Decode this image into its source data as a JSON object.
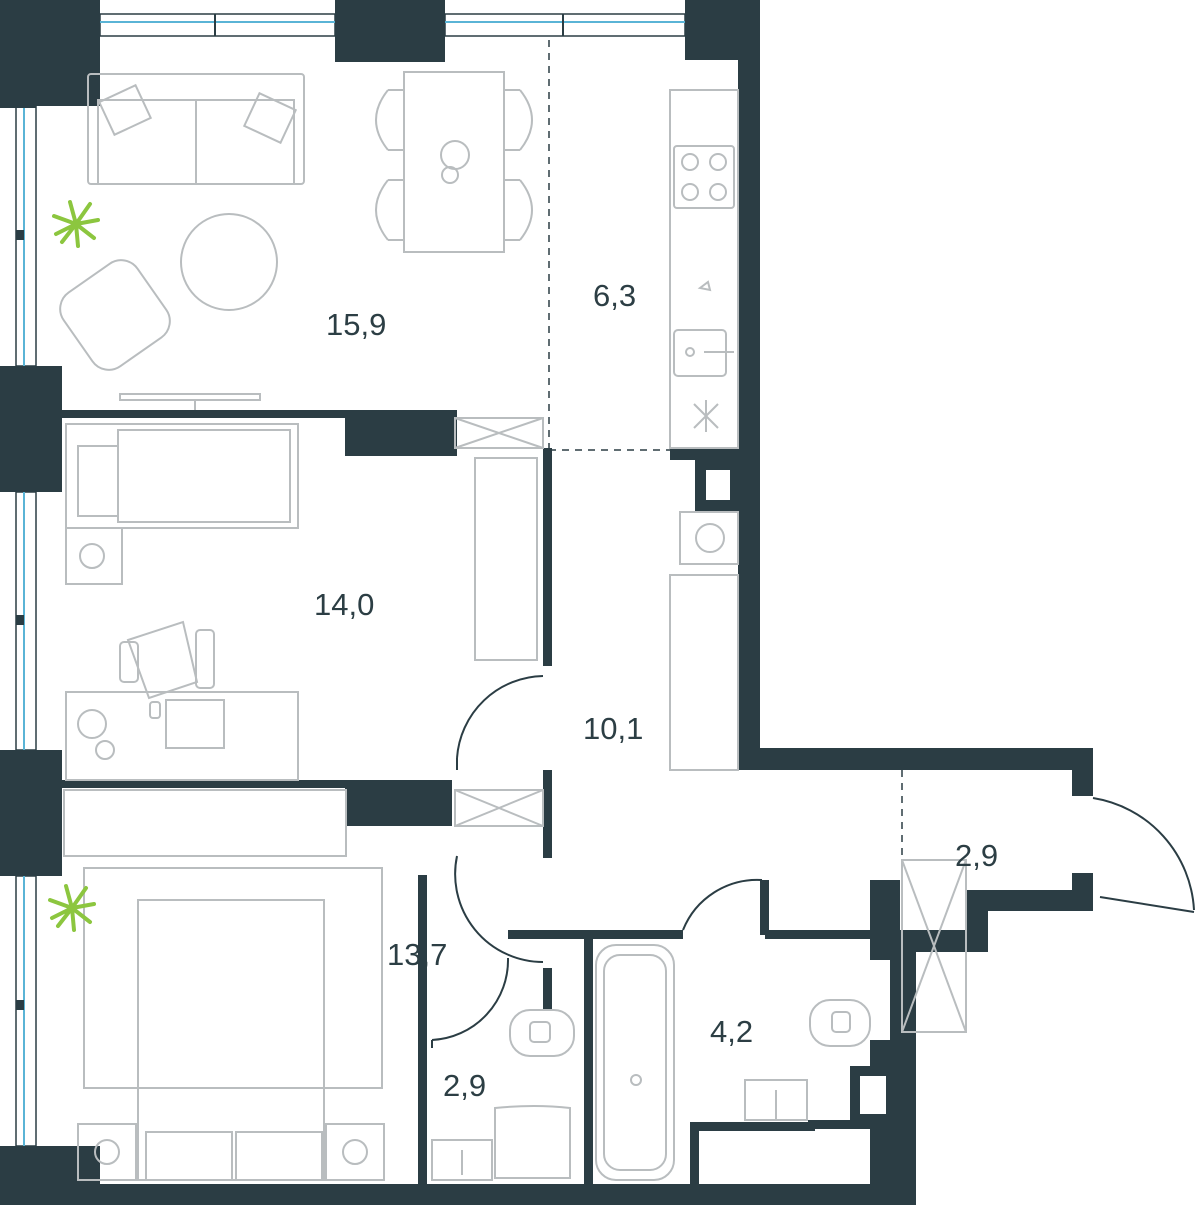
{
  "rooms": [
    {
      "id": "living",
      "area": "15,9"
    },
    {
      "id": "kitchen",
      "area": "6,3"
    },
    {
      "id": "bedroom1",
      "area": "14,0"
    },
    {
      "id": "hall",
      "area": "10,1"
    },
    {
      "id": "bedroom2",
      "area": "13,7"
    },
    {
      "id": "bath1",
      "area": "2,9"
    },
    {
      "id": "bath2",
      "area": "4,2"
    },
    {
      "id": "balcony",
      "area": "2,9"
    }
  ],
  "colors": {
    "wall": "#2b3d44",
    "furniture": "#b9bdbf",
    "window_glass": "#5ab4d6",
    "plant": "#8cc63f",
    "label": "#2c3e44"
  }
}
